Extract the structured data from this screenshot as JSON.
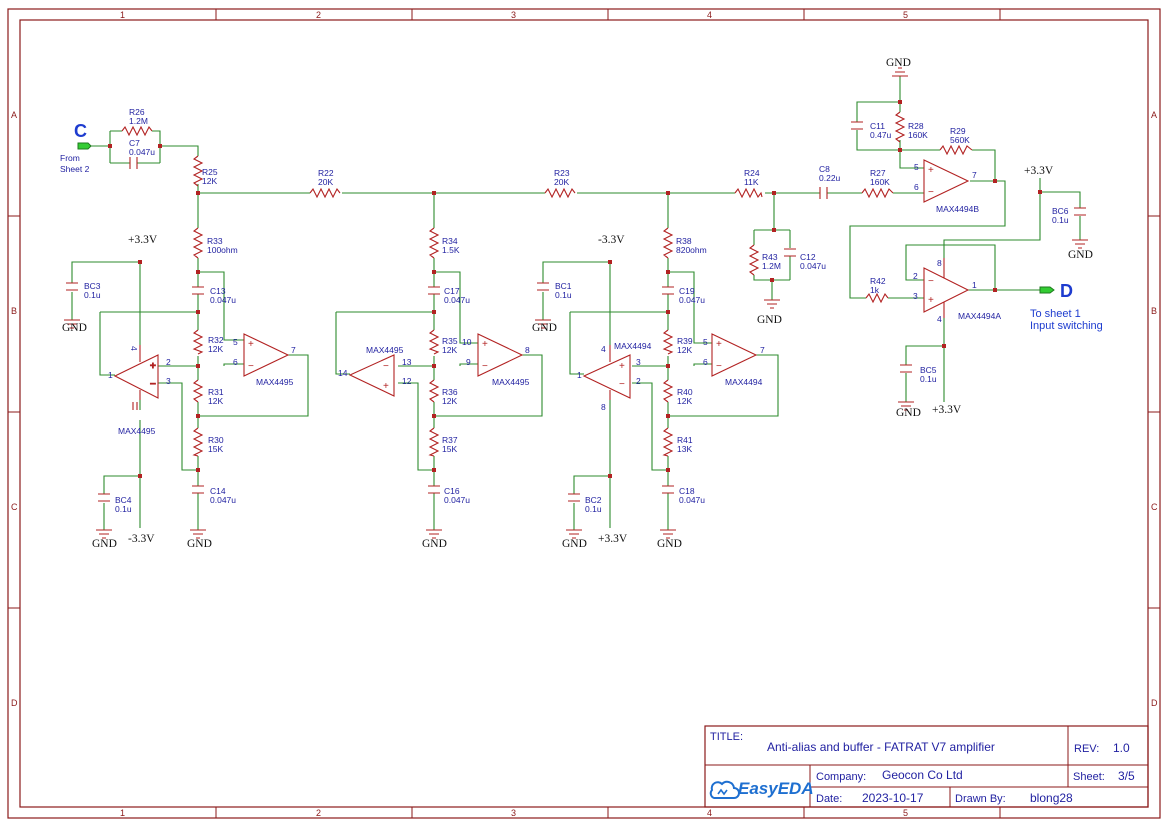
{
  "frame": {
    "columns": [
      "1",
      "2",
      "3",
      "4",
      "5"
    ],
    "rows": [
      "A",
      "B",
      "C",
      "D"
    ]
  },
  "title_block": {
    "title_label": "TITLE:",
    "title": "Anti-alias and buffer - FATRAT V7 amplifier",
    "rev_label": "REV:",
    "rev": "1.0",
    "company_label": "Company:",
    "company": "Geocon Co Ltd",
    "sheet_label": "Sheet:",
    "sheet": "3/5",
    "date_label": "Date:",
    "date": "2023-10-17",
    "drawn_label": "Drawn By:",
    "drawn_by": "blong28",
    "logo": "EasyEDA"
  },
  "nets": {
    "c": {
      "name": "C",
      "desc1": "From",
      "desc2": "Sheet 2"
    },
    "d": {
      "name": "D",
      "desc1": "To sheet 1",
      "desc2": "Input switching"
    }
  },
  "power": {
    "gnd": "GND",
    "pos": "+3.3V",
    "neg": "-3.3V"
  },
  "components": {
    "r26": {
      "ref": "R26",
      "val": "1.2M"
    },
    "c7": {
      "ref": "C7",
      "val": "0.047u"
    },
    "r25": {
      "ref": "R25",
      "val": "12K"
    },
    "r22": {
      "ref": "R22",
      "val": "20K"
    },
    "r23": {
      "ref": "R23",
      "val": "20K"
    },
    "r24": {
      "ref": "R24",
      "val": "11K"
    },
    "c8": {
      "ref": "C8",
      "val": "0.22u"
    },
    "r27": {
      "ref": "R27",
      "val": "160K"
    },
    "r28": {
      "ref": "R28",
      "val": "160K"
    },
    "c11": {
      "ref": "C11",
      "val": "0.47u"
    },
    "r29": {
      "ref": "R29",
      "val": "560K"
    },
    "r43": {
      "ref": "R43",
      "val": "1.2M"
    },
    "c12": {
      "ref": "C12",
      "val": "0.047u"
    },
    "bc6": {
      "ref": "BC6",
      "val": "0.1u"
    },
    "r42": {
      "ref": "R42",
      "val": "1k"
    },
    "bc5": {
      "ref": "BC5",
      "val": "0.1u"
    },
    "r33": {
      "ref": "R33",
      "val": "100ohm"
    },
    "c13": {
      "ref": "C13",
      "val": "0.047u"
    },
    "r32": {
      "ref": "R32",
      "val": "12K"
    },
    "r31": {
      "ref": "R31",
      "val": "12K"
    },
    "r30": {
      "ref": "R30",
      "val": "15K"
    },
    "c14": {
      "ref": "C14",
      "val": "0.047u"
    },
    "bc3": {
      "ref": "BC3",
      "val": "0.1u"
    },
    "bc4": {
      "ref": "BC4",
      "val": "0.1u"
    },
    "r34": {
      "ref": "R34",
      "val": "1.5K"
    },
    "c17": {
      "ref": "C17",
      "val": "0.047u"
    },
    "r35": {
      "ref": "R35",
      "val": "12K"
    },
    "r36": {
      "ref": "R36",
      "val": "12K"
    },
    "r37": {
      "ref": "R37",
      "val": "15K"
    },
    "c16": {
      "ref": "C16",
      "val": "0.047u"
    },
    "r38": {
      "ref": "R38",
      "val": "820ohm"
    },
    "c19": {
      "ref": "C19",
      "val": "0.047u"
    },
    "r39": {
      "ref": "R39",
      "val": "12K"
    },
    "r40": {
      "ref": "R40",
      "val": "12K"
    },
    "r41": {
      "ref": "R41",
      "val": "13K"
    },
    "c18": {
      "ref": "C18",
      "val": "0.047u"
    },
    "bc1": {
      "ref": "BC1",
      "val": "0.1u"
    },
    "bc2": {
      "ref": "BC2",
      "val": "0.1u"
    }
  },
  "opamps": {
    "u_a1": {
      "name": "MAX4495"
    },
    "u_a2": {
      "name": "MAX4495"
    },
    "u_b1": {
      "name": "MAX4495"
    },
    "u_b2": {
      "name": "MAX4495"
    },
    "u_c1": {
      "name": "MAX4494"
    },
    "u_c2": {
      "name": "MAX4494"
    },
    "u_d1": {
      "name": "MAX4494B"
    },
    "u_d2": {
      "name": "MAX4494A"
    }
  },
  "pins": {
    "a1_in_p": "2",
    "a1_in_m": "3",
    "a1_out": "1",
    "a1_pwr": "4",
    "a2_in_p": "5",
    "a2_in_m": "6",
    "a2_out": "7",
    "b1_in_p": "13",
    "b1_in_m": "12",
    "b1_out": "14",
    "b2_in_p": "10",
    "b2_in_m": "9",
    "b2_out": "8",
    "c1_in_p": "3",
    "c1_in_m": "2",
    "c1_out": "1",
    "c1_vp": "4",
    "c1_vn": "8",
    "c2_in_p": "5",
    "c2_in_m": "6",
    "c2_out": "7",
    "d1_in_p": "5",
    "d1_in_m": "6",
    "d1_out": "7",
    "d2_in_m": "2",
    "d2_in_p": "3",
    "d2_out": "1",
    "d2_vp": "8",
    "d2_vn": "4"
  }
}
